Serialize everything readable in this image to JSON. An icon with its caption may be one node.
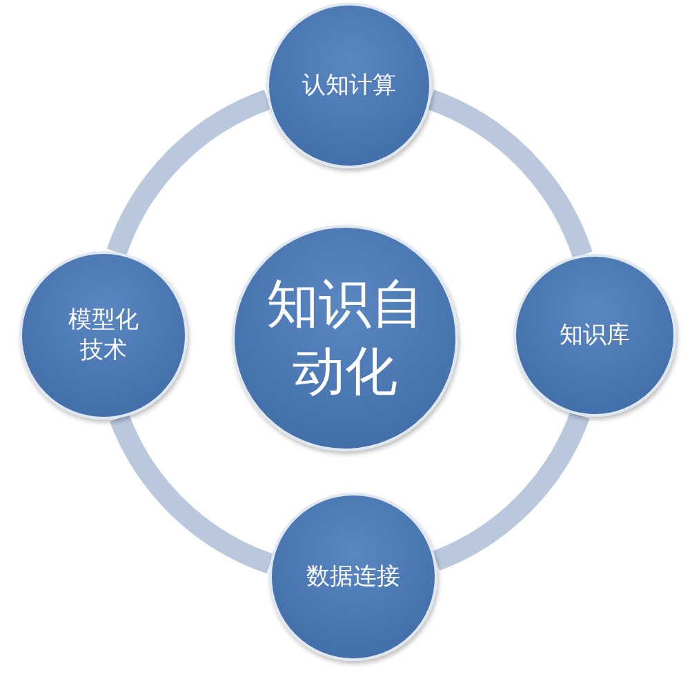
{
  "diagram": {
    "nodes": [
      {
        "text": [
          "知识自动化"
        ]
      },
      {
        "text": [
          "认知计算"
        ]
      },
      {
        "text": [
          "知识库"
        ]
      },
      {
        "text": [
          "数据连接"
        ]
      },
      {
        "text": [
          "模型化技术"
        ]
      }
    ],
    "edges": [
      {
        "from": 1,
        "to": 2,
        "arrow": "none"
      },
      {
        "from": 2,
        "to": 3,
        "arrow": "none"
      },
      {
        "from": 3,
        "to": 4,
        "arrow": "none"
      },
      {
        "from": 4,
        "to": 1,
        "arrow": "none"
      }
    ]
  }
}
